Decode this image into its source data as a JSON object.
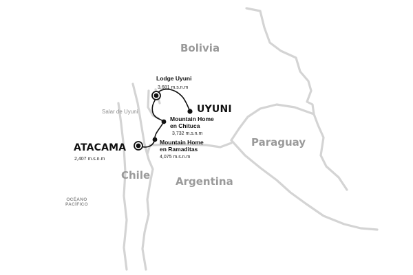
{
  "countries": {
    "bolivia": "Bolivia",
    "paraguay": "Paraguay",
    "chile": "Chile",
    "argentina": "Argentina"
  },
  "ocean": {
    "line1": "OCÉANO",
    "line2": "PACÍFICO"
  },
  "salar": "Salar de Uyuni",
  "cities": {
    "uyuni": "UYUNI",
    "atacama": "ATACAMA",
    "atacama_alt": "2,407 m.s.n.m"
  },
  "stops": {
    "lodge_uyuni": {
      "name": "Lodge Uyuni",
      "alt": "3,681 m.s.n.m"
    },
    "chituca": {
      "name_line1": "Mountain Home",
      "name_line2": "en Chituca",
      "alt": "3,732 m.s.n.m"
    },
    "ramaditas": {
      "name_line1": "Mountain Home",
      "name_line2": "en Ramaditas",
      "alt": "4,075 m.s.n.m"
    }
  },
  "colors": {
    "border": "#d4d4d4",
    "route": "#111111",
    "country_label": "#9a9a9a"
  }
}
